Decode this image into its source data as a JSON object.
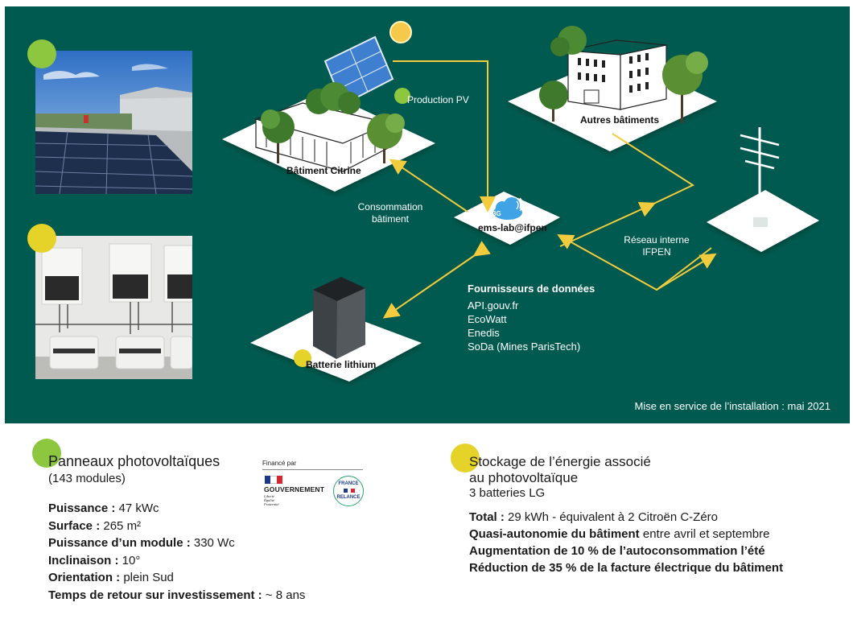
{
  "diagram": {
    "nodes": {
      "citrine": "Bâtiment Citrine",
      "autres": "Autres bâtiments",
      "hub": "ems-lab@ifpen",
      "hub_badge": "3G",
      "batterie": "Batterie lithium"
    },
    "edges": {
      "production": "Production PV",
      "consommation_1": "Consommation",
      "consommation_2": "bâtiment",
      "reseau_1": "Réseau interne",
      "reseau_2": "IFPEN"
    },
    "fournisseurs": {
      "title": "Fournisseurs de données",
      "items": [
        "API.gouv.fr",
        "EcoWatt",
        "Enedis",
        "SoDa (Mines ParisTech)"
      ]
    },
    "footer": "Mise en service de l’installation : mai 2021"
  },
  "colors": {
    "panel": "#005a4f",
    "arrow": "#f2cc3c",
    "green_dot": "#8dc63f",
    "yellow_dot": "#e6d32a"
  },
  "left_section": {
    "title": "Panneaux photovoltaïques",
    "subtitle": "(143 modules)",
    "specs": [
      {
        "label": "Puissance :",
        "value": " 47 kWc"
      },
      {
        "label": "Surface :",
        "value": " 265 m²"
      },
      {
        "label": "Puissance d’un module :",
        "value": " 330 Wc"
      },
      {
        "label": "Inclinaison :",
        "value": " 10°"
      },
      {
        "label": "Orientation :",
        "value": " plein Sud"
      },
      {
        "label": "Temps de retour sur investissement :",
        "value": " ~ 8 ans"
      }
    ]
  },
  "logos": {
    "finance_par": "Financé par",
    "gouvernement": "GOUVERNEMENT",
    "devise": [
      "Liberté",
      "Égalité",
      "Fraternité"
    ],
    "relance_top": "FRANCE",
    "relance_bottom": "RELANCE"
  },
  "right_section": {
    "title_1": "Stockage de l’énergie associé",
    "title_2": "au photovoltaïque",
    "subtitle": "3 batteries LG",
    "rows": [
      {
        "bold": "Total :",
        "rest": " 29 kWh - équivalent à 2 Citroën C-Zéro"
      },
      {
        "bold": "Quasi-autonomie du bâtiment",
        "rest": " entre avril et septembre"
      },
      {
        "bold": "Augmentation de 10 % de l’autoconsommation l’été",
        "rest": ""
      },
      {
        "bold": "Réduction de 35 % de la facture électrique du bâtiment",
        "rest": ""
      }
    ]
  }
}
